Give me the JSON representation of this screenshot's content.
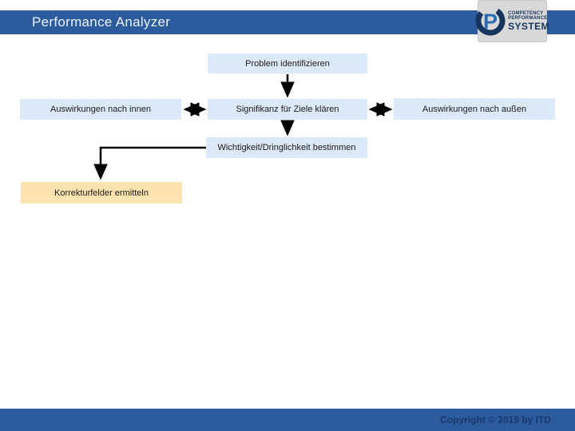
{
  "slide": {
    "title": "Performance Analyzer",
    "footer_copyright": "Copyright © 2019 by ITD"
  },
  "logo": {
    "line1": "COMPETENCY",
    "line2": "PERFORMANCE",
    "line3": "SYSTEM"
  },
  "colors": {
    "header_bar": "#2d5c9e",
    "footer_bar": "#2d5c9e",
    "footer_text": "#16386b",
    "node_blue": "#dbe9f8",
    "node_orange": "#fce3b0",
    "arrow": "#000000",
    "logo_bg": "#d8d8d8",
    "logo_navy": "#16355e",
    "logo_blue": "#2b6cb0"
  },
  "flowchart": {
    "nodes": [
      {
        "label": "Problem identifizieren"
      },
      {
        "label": "Auswirkungen nach innen"
      },
      {
        "label": "Signifikanz für Ziele klären"
      },
      {
        "label": "Auswirkungen nach außen"
      },
      {
        "label": "Wichtigkeit/Dringlichkeit bestimmen"
      },
      {
        "label": "Korrekturfelder ermitteln"
      }
    ]
  }
}
